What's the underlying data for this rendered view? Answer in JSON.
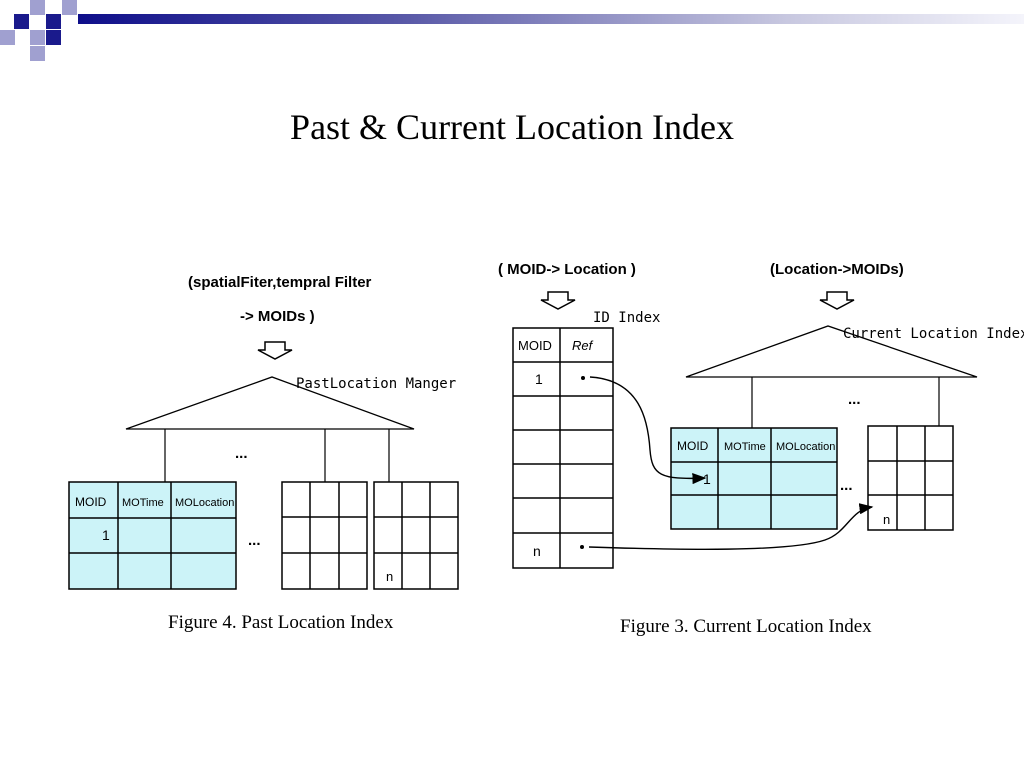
{
  "slide": {
    "title": "Past & Current Location Index"
  },
  "decor": {
    "square_dark": "#1a1a8c",
    "square_light": "#a0a0d0",
    "table_fill": "#ccf3f8"
  },
  "past_index": {
    "query_line1": "(spatialFiter,tempral Filter",
    "query_line2": "-> MOIDs )",
    "tree_label": "PastLocation Manger",
    "dots": "...",
    "table_headers": [
      "MOID",
      "MOTime",
      "MOLocation"
    ],
    "first_row_value": "1",
    "middle_dots": "...",
    "last_cell": "n",
    "caption": "Figure 4. Past Location Index"
  },
  "current_index": {
    "query_left": "( MOID-> Location )",
    "query_right": "(Location->MOIDs)",
    "id_index_label": "ID Index",
    "id_headers": [
      "MOID",
      "Ref"
    ],
    "id_first": "1",
    "id_last": "n",
    "tree_label": "Current Location Index",
    "tree_dots": "...",
    "table_headers": [
      "MOID",
      "MOTime",
      "MOLocation"
    ],
    "first_row_value": "1",
    "middle_dots": "...",
    "last_cell": "n",
    "caption": "Figure 3.  Current Location Index"
  }
}
